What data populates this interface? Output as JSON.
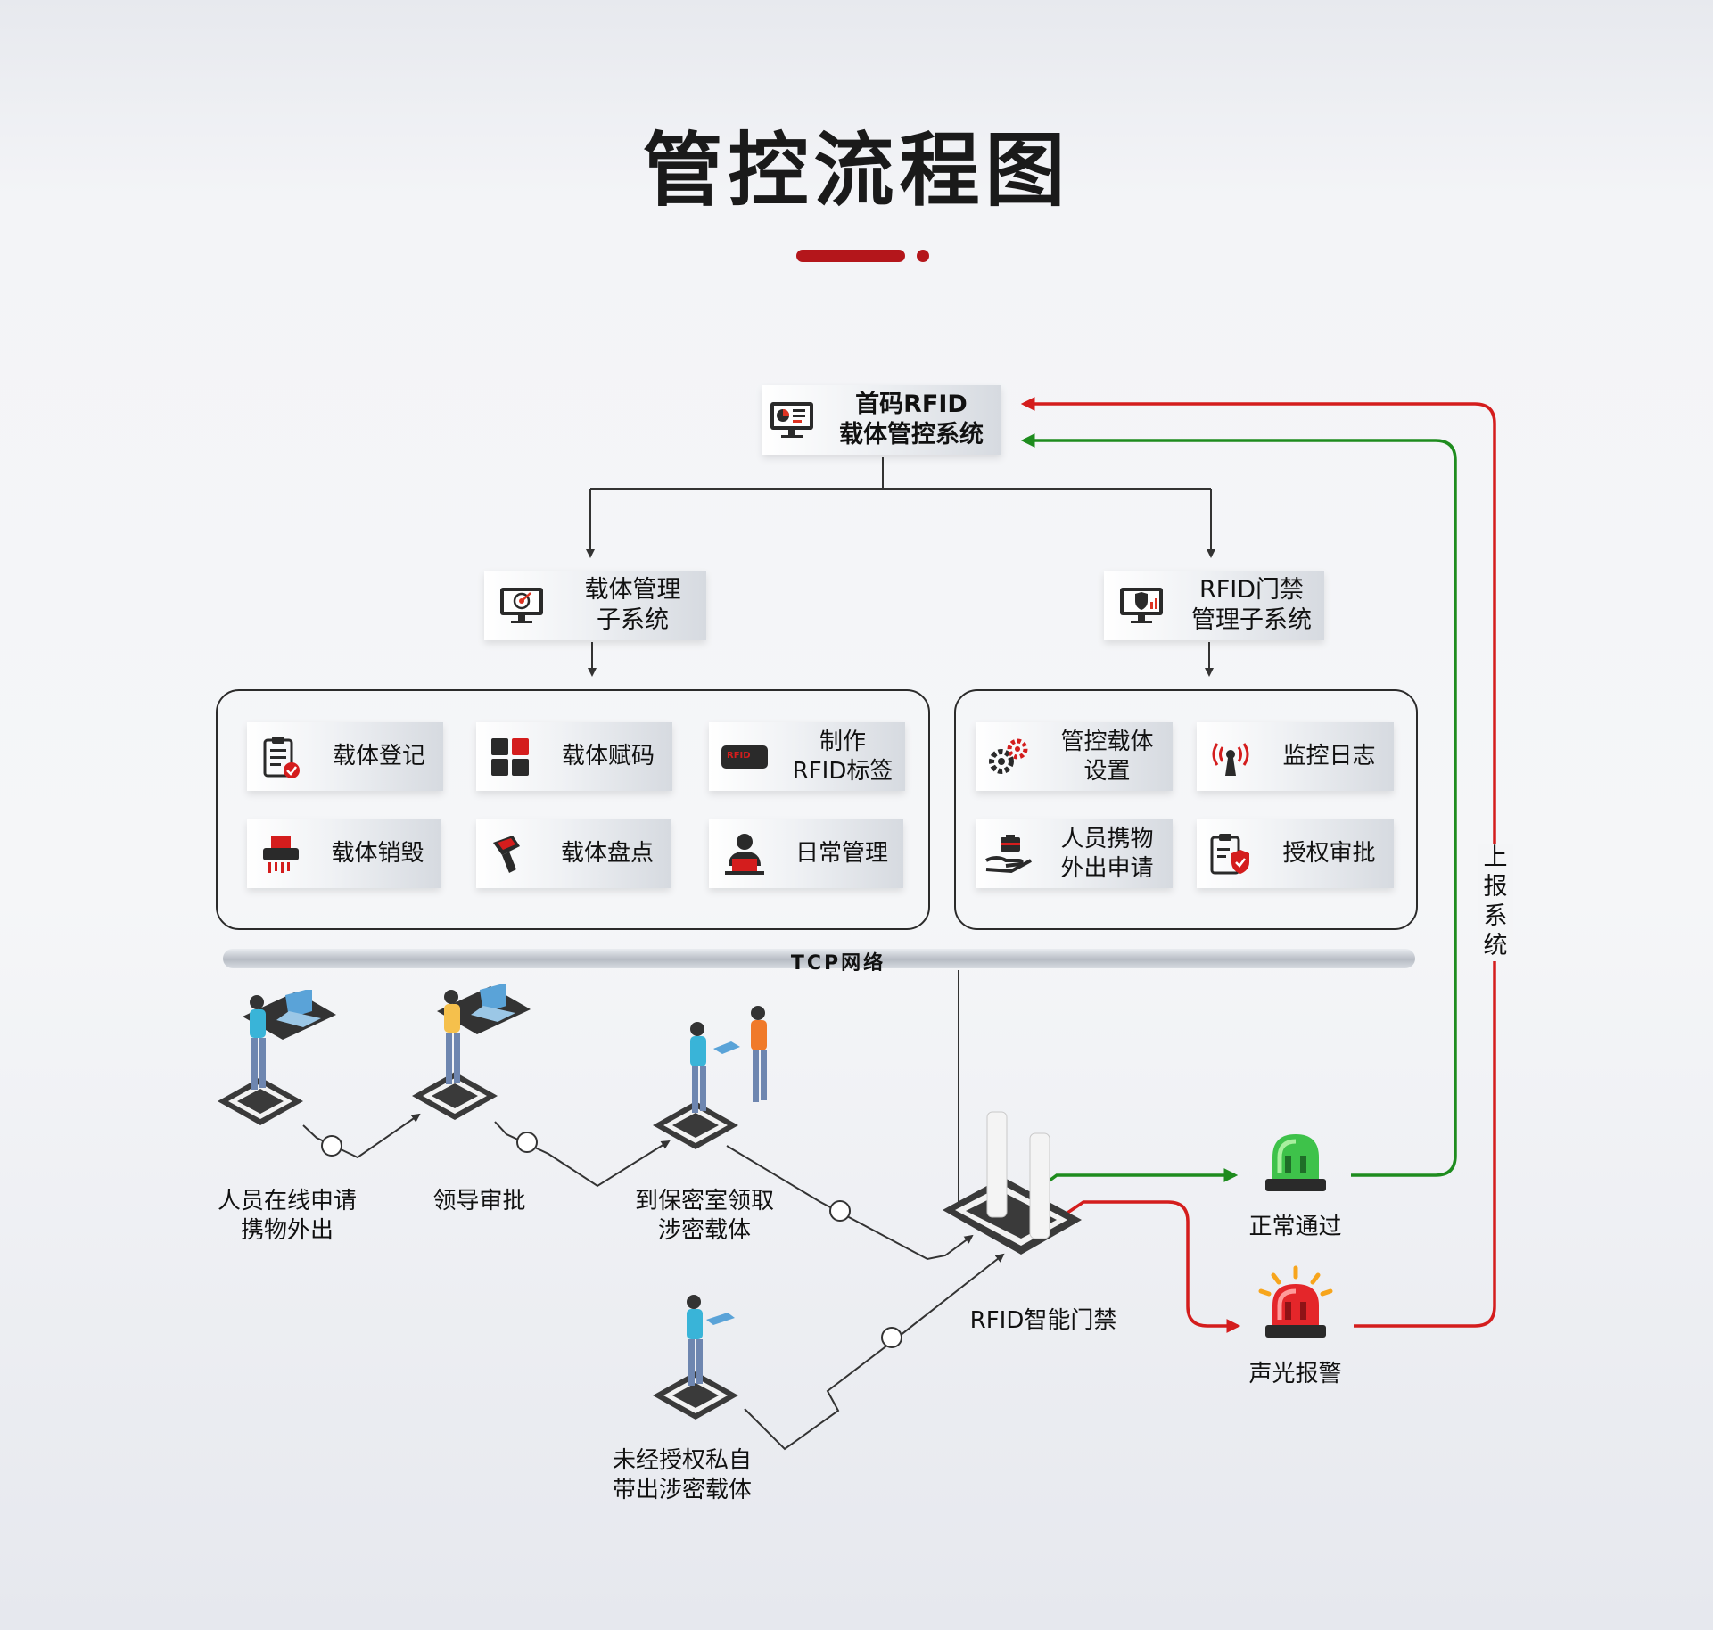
{
  "title": "管控流程图",
  "colors": {
    "accent": "#b4161b",
    "green": "#1e8c1e",
    "red": "#d41d1d",
    "line": "#333333"
  },
  "main_system": {
    "label": "首码RFID\n载体管控系统",
    "icon": "monitor-chart-icon"
  },
  "subsystems": [
    {
      "label": "载体管理\n子系统",
      "icon": "monitor-target-icon"
    },
    {
      "label": "RFID门禁\n管理子系统",
      "icon": "monitor-shield-icon"
    }
  ],
  "carrier_modules": [
    {
      "label": "载体登记",
      "icon": "clipboard-check-icon"
    },
    {
      "label": "载体赋码",
      "icon": "grid-squares-icon"
    },
    {
      "label": "制作\nRFID标签",
      "icon": "rfid-tag-icon",
      "tag_text": "RFID"
    },
    {
      "label": "载体销毁",
      "icon": "shredder-icon"
    },
    {
      "label": "载体盘点",
      "icon": "scanner-icon"
    },
    {
      "label": "日常管理",
      "icon": "manager-laptop-icon"
    }
  ],
  "access_modules": [
    {
      "label": "管控载体\n设置",
      "icon": "gears-icon"
    },
    {
      "label": "监控日志",
      "icon": "signal-antenna-icon"
    },
    {
      "label": "人员携物\n外出申请",
      "icon": "hand-briefcase-icon"
    },
    {
      "label": "授权审批",
      "icon": "clipboard-shield-icon"
    }
  ],
  "network": {
    "label": "TCP网络"
  },
  "flow_steps": [
    {
      "label": "人员在线申请\n携物外出",
      "icon": "person-laptop-icon"
    },
    {
      "label": "领导审批",
      "icon": "person-laptop-icon"
    },
    {
      "label": "到保密室领取\n涉密载体",
      "icon": "people-handover-icon"
    },
    {
      "label": "未经授权私自\n带出涉密载体",
      "icon": "person-tablet-icon"
    }
  ],
  "gate": {
    "label": "RFID智能门禁",
    "icon": "rfid-gate-icon"
  },
  "outcomes": [
    {
      "label": "正常通过",
      "icon": "green-beacon-icon"
    },
    {
      "label": "声光报警",
      "icon": "red-alarm-icon"
    }
  ],
  "report": {
    "label": "上\n报\n系\n统"
  }
}
